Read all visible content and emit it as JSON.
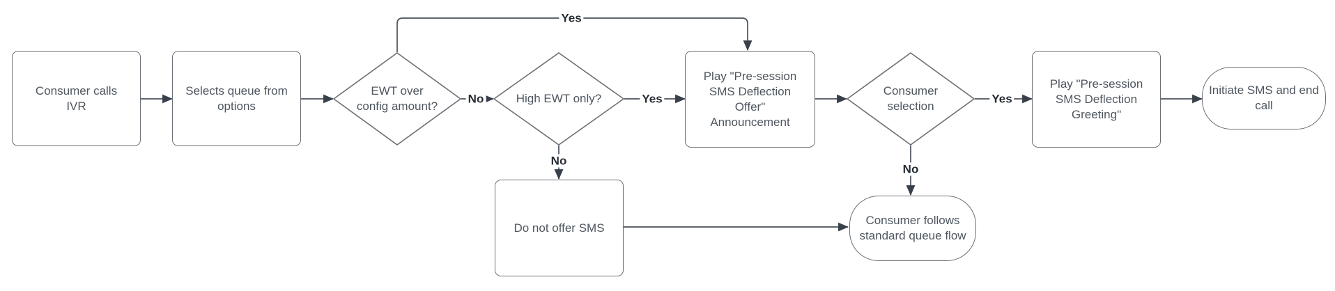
{
  "diagram": {
    "type": "flowchart",
    "nodes": {
      "consumer_calls_ivr": {
        "label": "Consumer calls IVR",
        "shape": "rectangle"
      },
      "selects_queue": {
        "label": "Selects queue from options",
        "shape": "rectangle"
      },
      "ewt_over_config": {
        "label": "EWT over config amount?",
        "shape": "decision"
      },
      "high_ewt_only": {
        "label": "High EWT only?",
        "shape": "decision"
      },
      "play_offer_announcement": {
        "label": "Play \"Pre-session SMS Deflection Offer\" Announcement",
        "shape": "rectangle"
      },
      "consumer_selection": {
        "label": "Consumer selection",
        "shape": "decision"
      },
      "play_greeting": {
        "label": "Play \"Pre-session SMS Deflection Greeting\"",
        "shape": "rectangle"
      },
      "initiate_sms_end_call": {
        "label": "Initiate SMS and end call",
        "shape": "terminator"
      },
      "do_not_offer_sms": {
        "label": "Do not offer SMS",
        "shape": "rectangle"
      },
      "standard_queue_flow": {
        "label": "Consumer follows standard queue flow",
        "shape": "terminator"
      }
    },
    "edge_labels": {
      "ewt_yes": "Yes",
      "ewt_no": "No",
      "high_ewt_yes": "Yes",
      "high_ewt_no": "No",
      "selection_yes": "Yes",
      "selection_no": "No"
    },
    "colors": {
      "background": "#ffffff",
      "shape_border": "#6b7076",
      "connector": "#4a5058",
      "arrowhead": "#39404a",
      "node_text": "#4e565f",
      "label_text": "#262c34"
    }
  }
}
